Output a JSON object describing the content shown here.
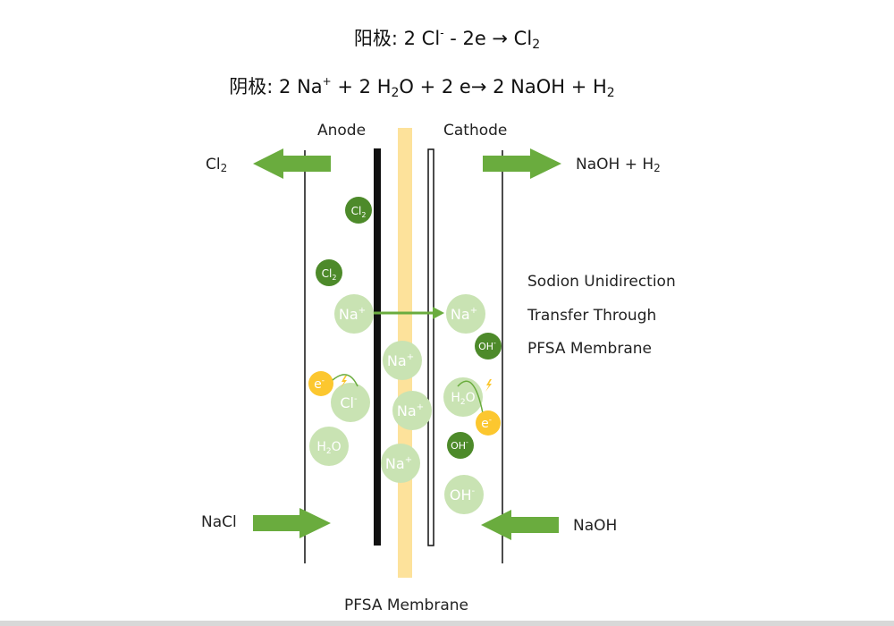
{
  "equations": {
    "anode": {
      "prefix": "阳极: 2 Cl",
      "sup1": "-",
      "mid": " - 2e → Cl",
      "sub1": "2"
    },
    "cathode": {
      "prefix": "阴极: 2 Na",
      "sup1": "+",
      "p2": " + 2 H",
      "sub1": "2",
      "p3": "O + 2 e→ 2 NaOH + H",
      "sub2": "2"
    }
  },
  "labels": {
    "anode": "Anode",
    "cathode": "Cathode",
    "cl2_out": {
      "main": "Cl",
      "sub": "2"
    },
    "naoh_h2_out": {
      "main": "NaOH + H",
      "sub": "2"
    },
    "nacl_in": "NaCl",
    "naoh_in": "NaOH",
    "membrane": "PFSA Membrane",
    "note": [
      "Sodion Unidirection",
      "Transfer Through",
      "PFSA Membrane"
    ]
  },
  "particles": {
    "cl2": {
      "main": "Cl",
      "sub": "2"
    },
    "na": {
      "main": "Na",
      "sup": "+"
    },
    "oh": {
      "main": "OH",
      "sup": "-"
    },
    "cl": {
      "main": "Cl",
      "sup": "-"
    },
    "h2o": {
      "main": "H",
      "sub": "2",
      "tail": "O"
    },
    "e": {
      "main": "e",
      "sup": "-"
    }
  },
  "colors": {
    "arrow_green": "#6aac3e",
    "dark_green": "#4d8a2a",
    "light_green": "#c9e3b3",
    "electron_yellow": "#fcc72f",
    "membrane_yellow": "#fde29b",
    "electrode_black": "#111111"
  },
  "icons": [
    "arrow-left-icon",
    "arrow-right-icon",
    "lightning-icon",
    "curved-arrow-icon"
  ]
}
